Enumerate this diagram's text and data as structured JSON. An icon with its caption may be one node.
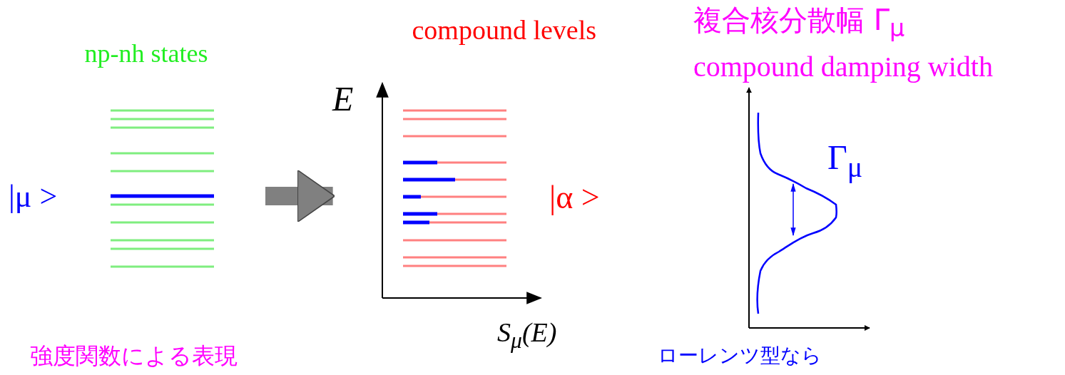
{
  "diagram": {
    "nodes": [
      {
        "text": [],
        "shape": "picture",
        "beside": [
          "|μ >"
        ]
      },
      {
        "text": [],
        "shape": "picture",
        "beside": [
          "E",
          "|α >",
          "S$_{μ}$(E)"
        ]
      }
    ],
    "edges": [
      {
        "from": 0,
        "to": 1,
        "arrow": "to"
      }
    ],
    "labels": [
      "compound levels",
      "複合核分散幅 Γ$_{μ}$",
      "compound damping width",
      "np-nh states",
      "Γ$_{μ}$",
      "強度関数による表現",
      "ローレンツ型なら"
    ]
  }
}
